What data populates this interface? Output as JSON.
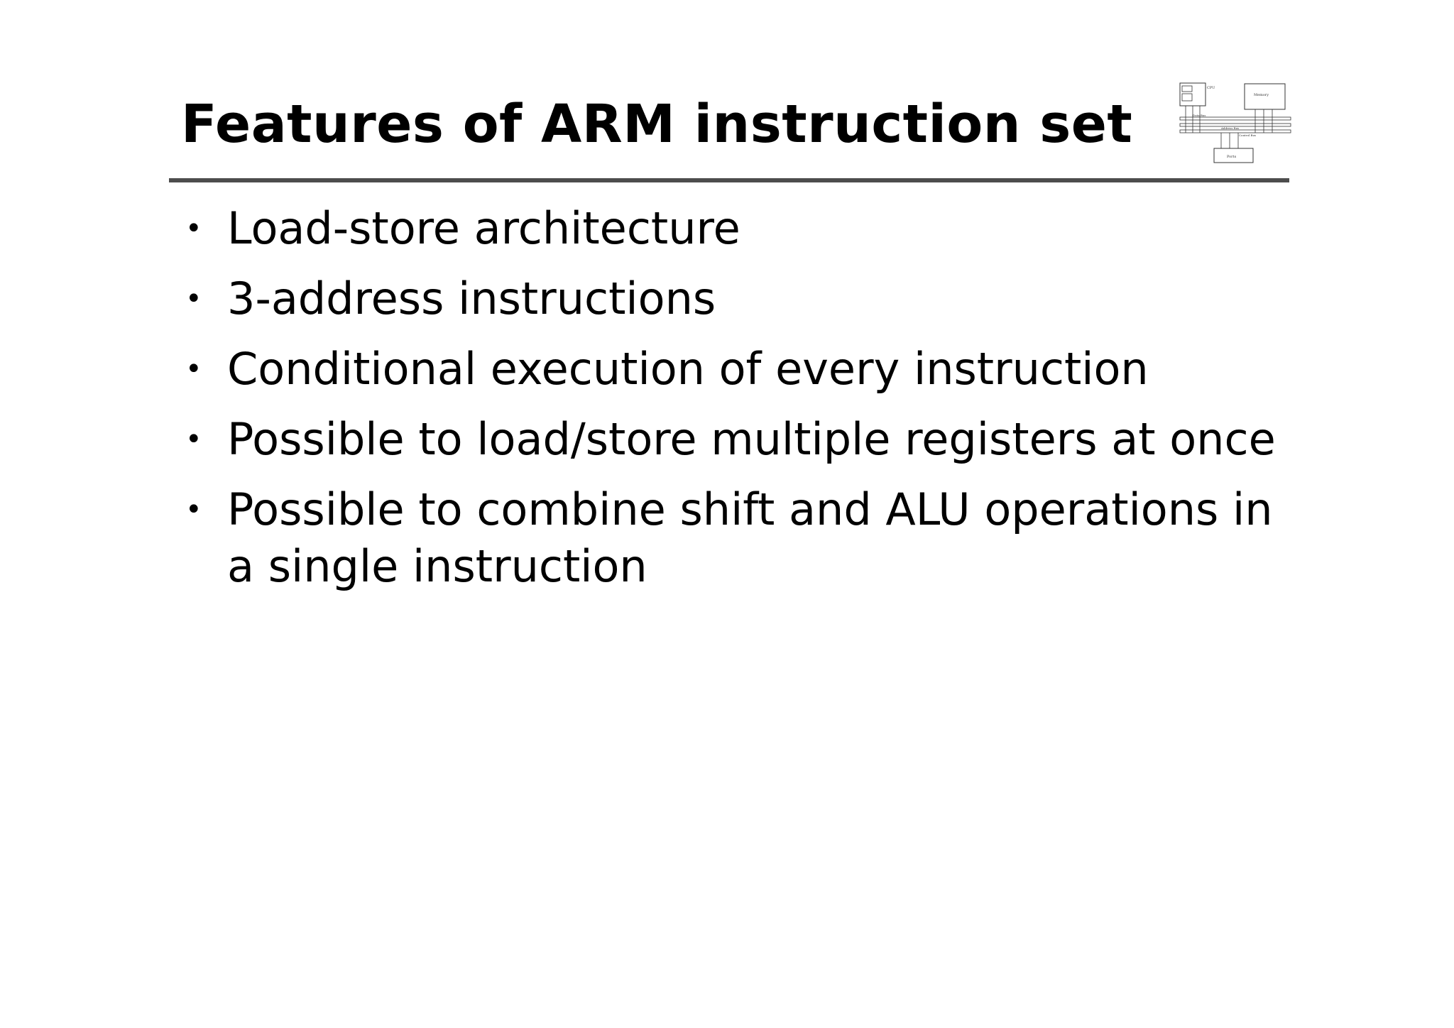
{
  "slide": {
    "title": "Features of ARM instruction set",
    "bullets": [
      "Load-store architecture",
      "3-address instructions",
      "Conditional execution of every instruction",
      "Possible to load/store multiple registers at once",
      "Possible to combine shift and ALU operations in a single instruction"
    ]
  },
  "logo": {
    "labels": [
      "CPU",
      "Memory",
      "Ports",
      "Data Bus",
      "Address Bus",
      "Control Bus"
    ]
  },
  "colors": {
    "rule": "#4d4d4d",
    "text": "#000000",
    "background": "#ffffff"
  }
}
